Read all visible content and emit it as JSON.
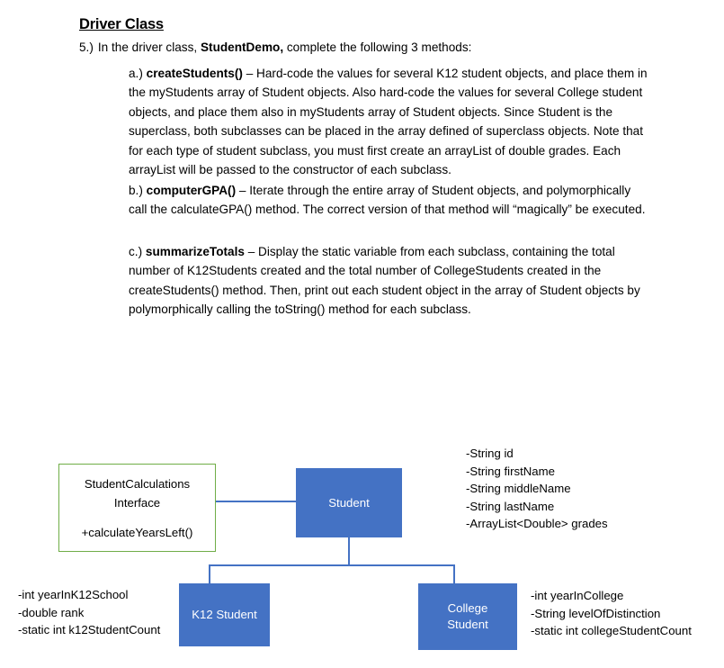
{
  "document": {
    "title": "Driver Class",
    "numbered_item": {
      "number": "5.)",
      "text_before_bold": "In the driver class, ",
      "bold_text": "StudentDemo,",
      "text_after_bold": " complete the following 3 methods:"
    },
    "paragraphs": [
      {
        "marker": "a.)",
        "lead": "createStudents()",
        "body": " – Hard-code the values for several K12 student objects, and place them in the myStudents array of Student objects.  Also hard-code the values for several College student objects, and place them also in myStudents array of Student objects.  Since Student is the superclass, both subclasses can be placed in the array defined of superclass objects.  Note that for each type of student subclass, you must first create an arrayList of double grades.  Each arrayList will be passed to the constructor of each subclass."
      },
      {
        "marker": "b.)",
        "lead": "computerGPA()",
        "body": " – Iterate through the entire array of Student objects, and polymorphically call the calculateGPA() method.  The correct version of that method will “magically” be executed."
      },
      {
        "marker": "c.)",
        "lead": "summarizeTotals",
        "body": " – Display the static variable from each subclass, containing the total number of K12Students created and the total number of CollegeStudents created in the createStudents() method.\nThen, print out each student object in the array of Student objects by polymorphically calling the toString() method for each subclass."
      }
    ]
  },
  "diagram": {
    "colors": {
      "node_fill": "#4472C4",
      "node_text": "#FFFFFF",
      "interface_border": "#70AD47",
      "connector": "#4472C4"
    },
    "nodes": {
      "student": {
        "label": "Student"
      },
      "k12_student": {
        "label": "K12 Student"
      },
      "college_student": {
        "label": "College\nStudent"
      },
      "interface": {
        "name_line1": "StudentCalculations",
        "name_line2": "Interface",
        "method": "+calculateYearsLeft()"
      }
    },
    "attributes": {
      "student": [
        "-String id",
        "-String firstName",
        "-String middleName",
        "-String lastName",
        "-ArrayList<Double> grades"
      ],
      "k12_student": [
        "-int yearInK12School",
        "-double rank",
        "-static int k12StudentCount"
      ],
      "college_student": [
        "-int yearInCollege",
        "-String levelOfDistinction",
        "-static int collegeStudentCount"
      ]
    }
  }
}
